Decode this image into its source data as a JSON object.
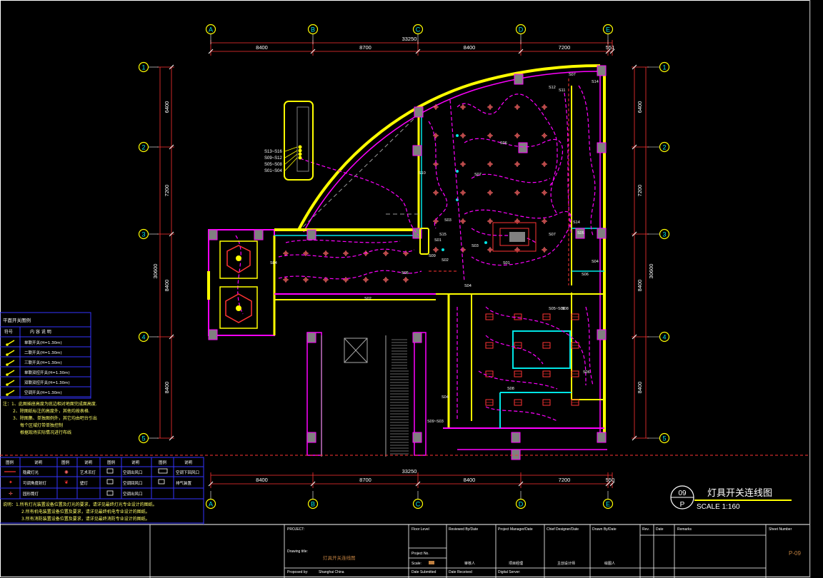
{
  "colors": {
    "wall_yellow": "#ffff00",
    "wall_magenta": "#ff00ff",
    "circuit": "#ff00ff",
    "grid_axis": "#ffff00",
    "text_white": "#ffffff",
    "frame": "#ffffff",
    "cyan": "#00e5e5",
    "dim_red": "#ff3333",
    "fixture": "#ff6666",
    "gray_column": "#808080"
  },
  "grid": {
    "columns": [
      "A",
      "B",
      "C",
      "D",
      "E"
    ],
    "rows": [
      "1",
      "2",
      "3",
      "4",
      "5"
    ]
  },
  "dimensions": {
    "top_segments": [
      "8400",
      "8700",
      "8400",
      "7200",
      "551"
    ],
    "top_total": "33250",
    "bottom_segments": [
      "8400",
      "8700",
      "8400",
      "7200",
      "550"
    ],
    "bottom_total": "33250",
    "left_segments": [
      "6400",
      "7200",
      "8400",
      "8400"
    ],
    "right_segments": [
      "6400",
      "7200",
      "8400",
      "8400"
    ],
    "left_total": "30600",
    "right_total": "30600"
  },
  "circuits": {
    "labels": [
      "S07",
      "S12",
      "S11",
      "S14",
      "S06",
      "S10",
      "S07",
      "S03",
      "S01",
      "S04",
      "S02",
      "S09",
      "S05",
      "S08",
      "S07",
      "S14",
      "S15",
      "S04",
      "S06",
      "S05~S08",
      "S01",
      "S04",
      "S08",
      "S09~S03",
      "S02",
      "S03",
      "S04",
      "S06",
      "S05"
    ],
    "switch_panel": [
      "S13~S16",
      "S09~S12",
      "S05~S08",
      "S01~S04"
    ]
  },
  "switch_legend": {
    "title": "平面开关图例",
    "headers": [
      "符号",
      "内 容 说 明"
    ],
    "rows": [
      "单联开关(H=1.30m)",
      "二联开关(H=1.30m)",
      "三联开关(H=1.30m)",
      "单联双控开关(H=1.30m)",
      "双联双控开关(H=1.30m)",
      "空调开关(H=1.30m)"
    ]
  },
  "notes_left": [
    "注：1、此图插座高度为底边相对地面完成面高度.",
    "2、除图纸标注的高度外，其他均按表格.",
    "3、除图集、单独图例外，其它均由吧台引出",
    "每个区域灯带单独控制",
    "根据现场实际情况进行布线"
  ],
  "symbol_legend": {
    "headers": [
      "图例",
      "说明",
      "图例",
      "说明",
      "图例",
      "说明",
      "图例",
      "说明"
    ],
    "rows": [
      [
        "隐藏灯光",
        "艺术吊灯",
        "空调出风口",
        "空调下回风口"
      ],
      [
        "可调角度射灯",
        "壁灯",
        "空调回风口",
        "排气装置"
      ],
      [
        "园形筒灯",
        "",
        "空调出风口",
        ""
      ]
    ]
  },
  "bottom_notes": [
    "说明：1.所有灯光装置设备位置及灯光的要求，请详见最终灯光专业设计的图纸。",
    "2.所有机电装置设备位置及要求，请详见最终机电专业设计的图纸。",
    "3.所有消防装置设备位置及要求，请详见最终消防专业设计的图纸。"
  ],
  "drawing_title": {
    "number": "09",
    "sheet_letter": "P",
    "title": "灯具开关连线图",
    "scale": "SCALE 1:160"
  },
  "title_block": {
    "project_label": "PROJECT:",
    "drawing_title_label": "Drawing title:",
    "drawing_title_value": "灯具开关连线图",
    "proposed_by_label": "Proposed by:",
    "proposed_by_value": "Shanghai China",
    "floor_level_label": "Floor Level",
    "project_no_label": "Project No.",
    "scale_label": "Scale:",
    "date_submitted_label": "Date Submitted",
    "reviewed_label": "Reviewed By/Date",
    "reviewer": "审核人",
    "date_received_label": "Date Received",
    "pm_label": "Project Manager/Date",
    "pm_value": "项目经理",
    "digital_label": "Digital Server:",
    "cd_label": "Chief Designer/Date",
    "cd_value": "主创设计师",
    "drawn_label": "Drawn By/Date",
    "drawn_value": "绘图人",
    "rev_label": "Rev.",
    "date_label": "Date",
    "remarks_label": "Remarks",
    "sheet_label": "Sheet Number",
    "sheet_number": "P-09"
  }
}
